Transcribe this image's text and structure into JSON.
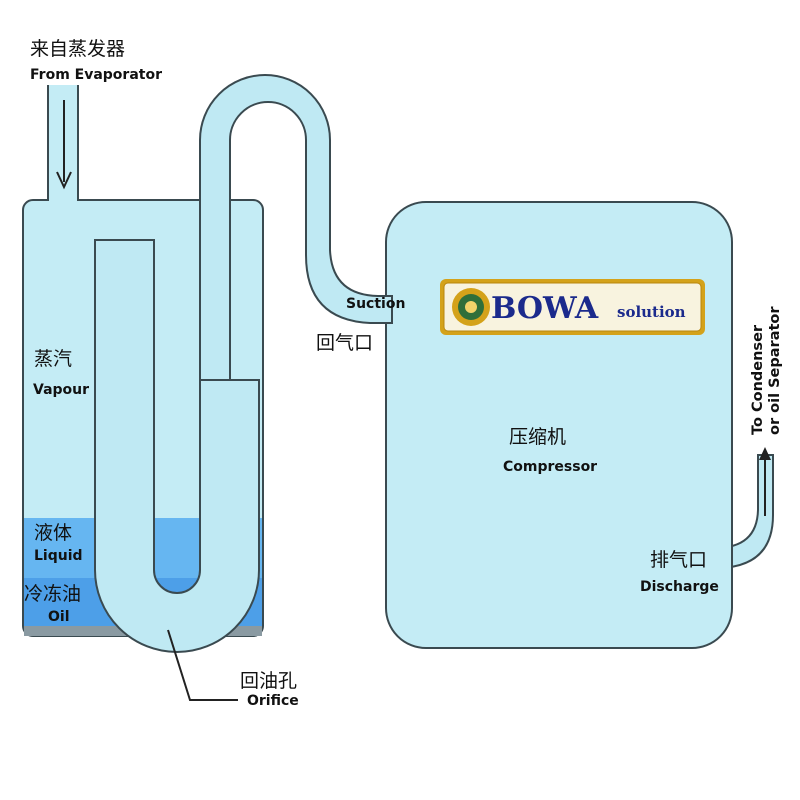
{
  "inlet": {
    "zh": "来自蒸发器",
    "en": "From Evaporator"
  },
  "tank": {
    "vapour_zh": "蒸汽",
    "vapour_en": "Vapour",
    "liquid_zh": "液体",
    "liquid_en": "Liquid",
    "oil_zh": "冷冻油",
    "oil_en": "Oil",
    "orifice_zh": "回油孔",
    "orifice_en": "Orifice"
  },
  "suction": {
    "en": "Suction",
    "zh": "回气口"
  },
  "compressor": {
    "zh": "压缩机",
    "en": "Compressor"
  },
  "discharge": {
    "zh": "排气口",
    "en": "Discharge"
  },
  "outlet": {
    "line1": "To Condenser",
    "line2": "or oil Separator"
  },
  "logo": {
    "brand": "BOWA",
    "tagline": "solution"
  },
  "colors": {
    "vessel_fill": "#c4ecf5",
    "pipe_fill": "#bfe9f3",
    "outline": "#3a4a50",
    "liquid_fill": "#66b6f1",
    "oil_fill": "#4d9fe8",
    "logo_blue": "#1b2a8c",
    "logo_gold": "#d4a21a"
  }
}
